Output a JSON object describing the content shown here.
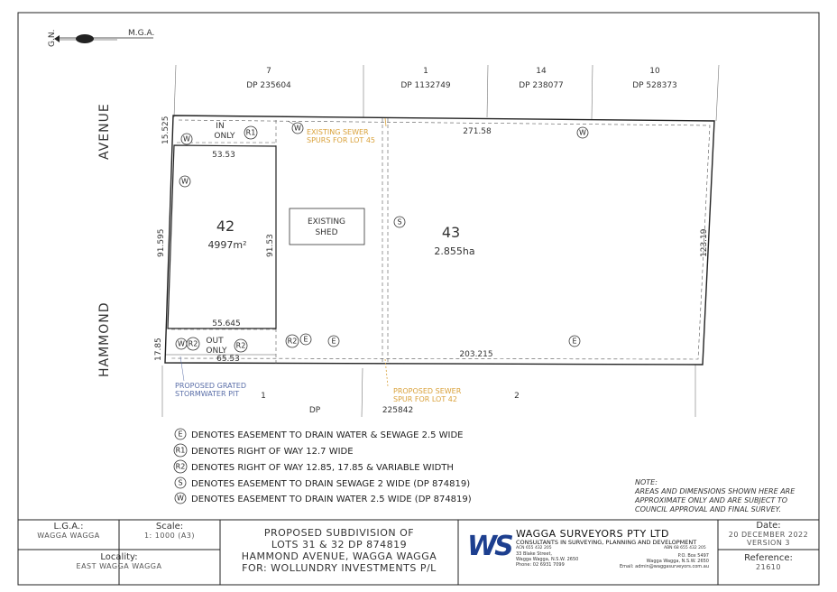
{
  "north_arrow": {
    "gn": "G.N.",
    "mga": "M.G.A."
  },
  "street": {
    "name_top": "AVENUE",
    "name_bottom": "HAMMOND"
  },
  "neighbours": [
    {
      "lot": "7",
      "dp": "DP 235604"
    },
    {
      "lot": "1",
      "dp": "DP 1132749"
    },
    {
      "lot": "14",
      "dp": "DP 238077"
    },
    {
      "lot": "10",
      "dp": "DP 528373"
    }
  ],
  "south": {
    "lot1": "1",
    "dp_label": "DP",
    "dp_number": "225842",
    "lot2": "2"
  },
  "lots": {
    "lot42": {
      "number": "42",
      "area": "4997m²"
    },
    "lot43": {
      "number": "43",
      "area": "2.855ha"
    }
  },
  "dimensions": {
    "top_left": "15.525",
    "top": "271.58",
    "lot42_top": "53.53",
    "lot42_side": "91.53",
    "west_side": "91.595",
    "lot42_bottom": "55.645",
    "east_side": "123.19",
    "bottom_left": "17.85",
    "bottom_strip": "65.53",
    "bottom": "203.215"
  },
  "labels": {
    "in_only_1": "IN",
    "in_only_2": "ONLY",
    "out_only_1": "OUT",
    "out_only_2": "ONLY",
    "shed_1": "EXISTING",
    "shed_2": "SHED",
    "sewer_existing_1": "EXISTING SEWER",
    "sewer_existing_2": "SPURS FOR LOT 45",
    "sewer_proposed_1": "PROPOSED SEWER",
    "sewer_proposed_2": "SPUR FOR LOT 42",
    "stormwater_1": "PROPOSED GRATED",
    "stormwater_2": "STORMWATER PIT"
  },
  "symbols": {
    "e": "E",
    "r1": "R1",
    "r2": "R2",
    "s": "S",
    "w": "W"
  },
  "legend": [
    {
      "symbol": "E",
      "text": "DENOTES EASEMENT TO DRAIN WATER & SEWAGE 2.5 WIDE"
    },
    {
      "symbol": "R1",
      "text": "DENOTES RIGHT OF WAY 12.7 WIDE"
    },
    {
      "symbol": "R2",
      "text": "DENOTES RIGHT OF WAY 12.85, 17.85 & VARIABLE WIDTH"
    },
    {
      "symbol": "S",
      "text": "DENOTES EASEMENT TO DRAIN SEWAGE 2 WIDE (DP 874819)"
    },
    {
      "symbol": "W",
      "text": "DENOTES EASEMENT TO DRAIN WATER 2.5 WIDE (DP 874819)"
    }
  ],
  "note": {
    "line1": "NOTE:",
    "line2": "AREAS AND DIMENSIONS SHOWN HERE ARE",
    "line3": "APPROXIMATE ONLY AND ARE SUBJECT TO",
    "line4": "COUNCIL APPROVAL AND FINAL SURVEY."
  },
  "title_block": {
    "lga_label": "L.G.A.:",
    "lga_value": "WAGGA WAGGA",
    "scale_label": "Scale:",
    "scale_value": "1: 1000 (A3)",
    "locality_label": "Locality:",
    "locality_value": "EAST WAGGA WAGGA",
    "title_1": "PROPOSED SUBDIVISION OF",
    "title_2": "LOTS 31 & 32 DP 874819",
    "title_3": "HAMMOND AVENUE, WAGGA WAGGA",
    "title_4": "FOR: WOLLUNDRY INVESTMENTS P/L",
    "company_logo": "WS",
    "company_name": "WAGGA SURVEYORS PTY LTD",
    "company_tagline": "CONSULTANTS IN SURVEYING, PLANNING AND DEVELOPMENT",
    "company_acn": "ACN 655 432 205",
    "company_abn": "ABN 68 655 432 205",
    "company_street_1": "33 Blake Street,",
    "company_street_2": "Wagga Wagga, N.S.W. 2650",
    "company_phone": "Phone: 02 6931 7099",
    "company_po_1": "P.O. Box 5497",
    "company_po_2": "Wagga Wagga, N.S.W. 2650",
    "company_email": "Email: admin@waggasurveyors.com.au",
    "date_label": "Date:",
    "date_value": "20 DECEMBER 2022",
    "version": "VERSION 3",
    "reference_label": "Reference:",
    "reference_value": "21610"
  }
}
